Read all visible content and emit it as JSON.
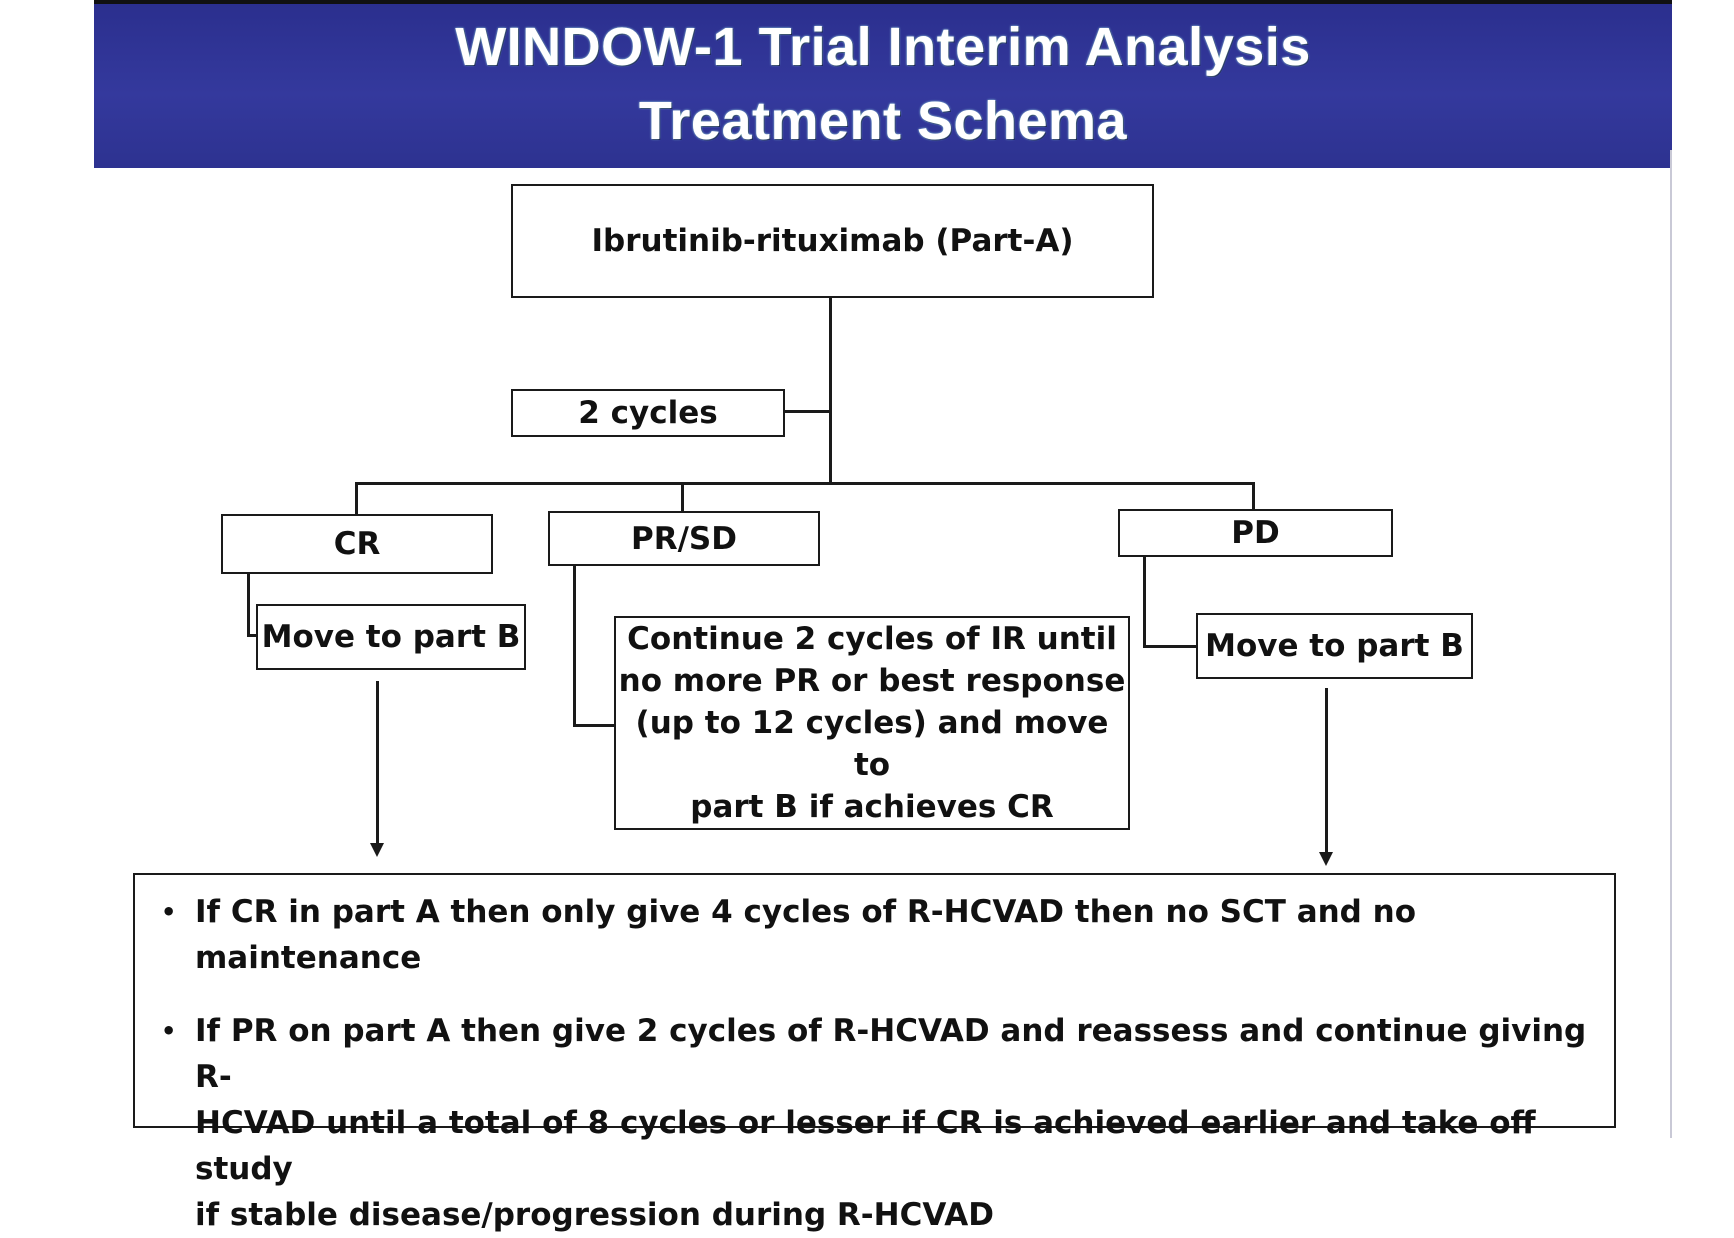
{
  "title": {
    "line1": "WINDOW-1 Trial Interim Analysis",
    "line2": "Treatment Schema"
  },
  "diagram": {
    "root": "Ibrutinib-rituximab (Part-A)",
    "cycles": "2 cycles",
    "branches": {
      "cr": {
        "label": "CR",
        "action": "Move to part B"
      },
      "prsd": {
        "label": "PR/SD",
        "action_lines": [
          "Continue 2 cycles of IR until",
          "no more PR or best response",
          "(up to 12 cycles) and move to",
          "part B if achieves CR"
        ]
      },
      "pd": {
        "label": "PD",
        "action": "Move to part B"
      }
    }
  },
  "notes": [
    {
      "bullet": "•",
      "lines": [
        "If CR in part A then only give 4 cycles of R-HCVAD then no SCT and no maintenance"
      ]
    },
    {
      "bullet": "•",
      "lines": [
        "If PR on part A then give 2 cycles of R-HCVAD and reassess and continue giving R-",
        "HCVAD until a total of 8 cycles or lesser if CR is achieved earlier and take off study",
        "if stable disease/progression during R-HCVAD"
      ]
    }
  ]
}
